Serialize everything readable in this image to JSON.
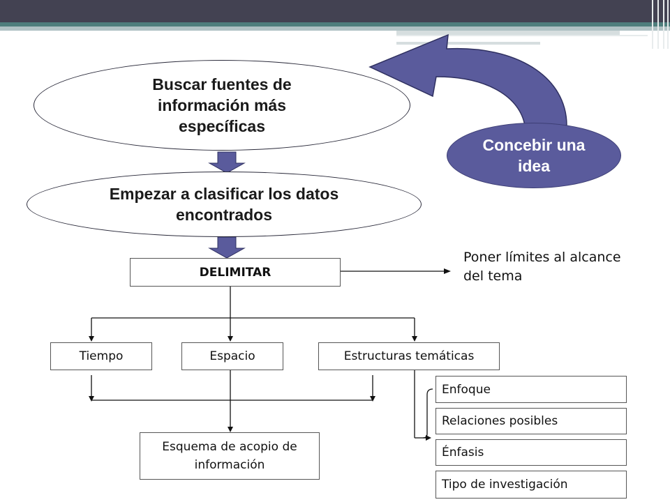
{
  "diagram": {
    "search_sources": "Buscar fuentes de información más específicas",
    "classify_data": "Empezar a clasificar los datos encontrados",
    "conceive_idea": "Concebir una idea",
    "delimit": "DELIMITAR",
    "delimit_note": "Poner límites al alcance del tema",
    "time": "Tiempo",
    "space": "Espacio",
    "thematic_structures": "Estructuras temáticas",
    "collection_scheme": "Esquema de acopio de información",
    "sub_items": [
      "Enfoque",
      "Relaciones posibles",
      "Énfasis",
      "Tipo de investigación"
    ]
  },
  "colors": {
    "title_bar": "#434252",
    "accent_teal": "#4f7e7d",
    "idea_fill": "#5a5b9c",
    "arrow_fill": "#5a5b9c"
  }
}
